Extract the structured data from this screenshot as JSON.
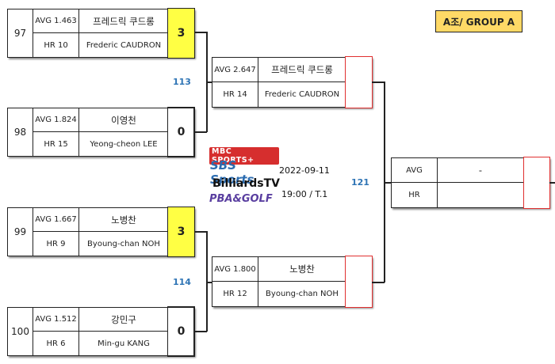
{
  "group_label": "A조/ GROUP A",
  "matches": {
    "m113": "113",
    "m114": "114",
    "m121": "121"
  },
  "round1": [
    {
      "seed": "97",
      "avg": "AVG 1.463",
      "hr": "HR 10",
      "name_kr": "프레드릭 쿠드롱",
      "name_en": "Frederic CAUDRON",
      "score": "3",
      "winner": true
    },
    {
      "seed": "98",
      "avg": "AVG 1.824",
      "hr": "HR 15",
      "name_kr": "이영천",
      "name_en": "Yeong-cheon LEE",
      "score": "0",
      "winner": false
    },
    {
      "seed": "99",
      "avg": "AVG 1.667",
      "hr": "HR 9",
      "name_kr": "노병찬",
      "name_en": "Byoung-chan NOH",
      "score": "3",
      "winner": true
    },
    {
      "seed": "100",
      "avg": "AVG 1.512",
      "hr": "HR 6",
      "name_kr": "강민구",
      "name_en": "Min-gu KANG",
      "score": "0",
      "winner": false
    }
  ],
  "round2": [
    {
      "avg": "AVG 2.647",
      "hr": "HR 14",
      "name_kr": "프레드릭 쿠드롱",
      "name_en": "Frederic CAUDRON",
      "score": ""
    },
    {
      "avg": "AVG 1.800",
      "hr": "HR 12",
      "name_kr": "노병찬",
      "name_en": "Byoung-chan NOH",
      "score": ""
    }
  ],
  "round3": {
    "avg": "AVG",
    "hr": "HR",
    "name": "-",
    "score": ""
  },
  "event": {
    "date": "2022-09-11",
    "time": "19:00 / T.1"
  },
  "logos": {
    "mbc": "MBC SPORTS+",
    "sbs": "SBS Sports",
    "billiards": "BilliardsTV",
    "pba": "PBA&GOLF"
  },
  "colors": {
    "winner_fill": "#ffff44",
    "group_fill": "#ffd966",
    "match_no": "#2e74b5",
    "pending_border": "#e03030"
  }
}
